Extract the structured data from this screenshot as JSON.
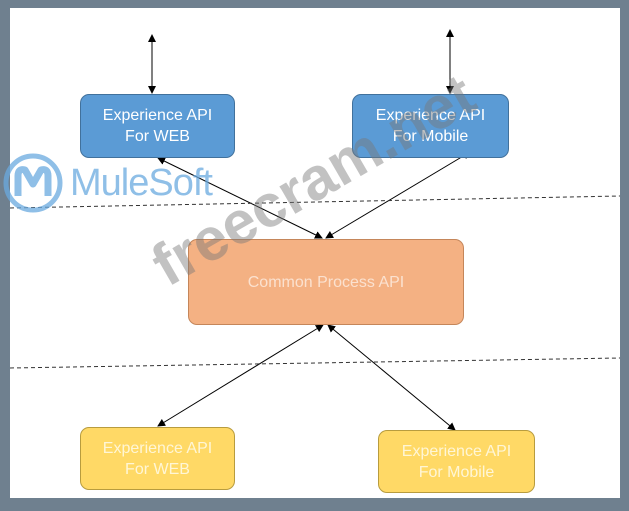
{
  "boxes": {
    "top_web": {
      "line1": "Experience API",
      "line2": "For WEB"
    },
    "top_mobile": {
      "line1": "Experience API",
      "line2": "For Mobile"
    },
    "process": {
      "label": "Common Process API"
    },
    "bottom_web": {
      "line1": "Experience API",
      "line2": "For WEB"
    },
    "bottom_mobile": {
      "line1": "Experience API",
      "line2": "For Mobile"
    }
  },
  "logo": {
    "text": "MuleSoft"
  },
  "watermark": {
    "text": "freecram.net"
  },
  "colors": {
    "experience_top": "#5b9bd5",
    "process": "#f4b183",
    "experience_bottom": "#ffd966",
    "frame": "#6f808f"
  }
}
